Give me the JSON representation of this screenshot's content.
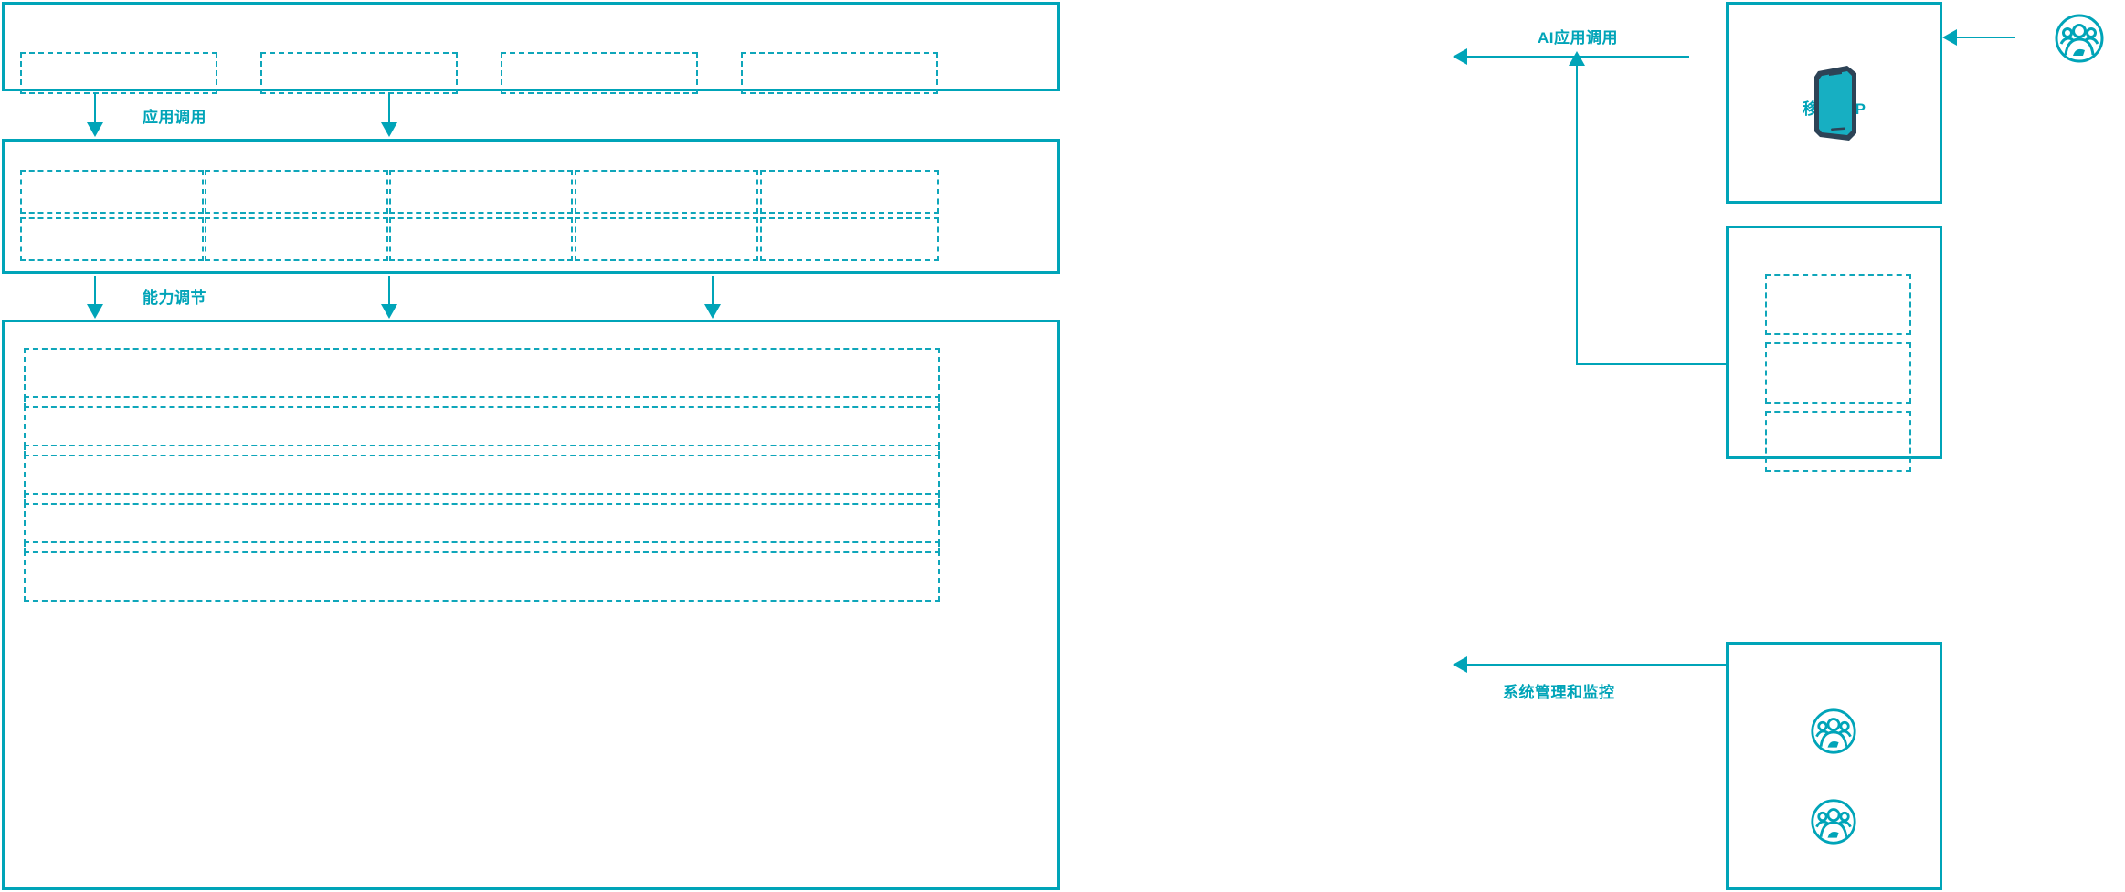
{
  "theme": {
    "accent": "#00a4b8",
    "dash_color": "#0fa6ba",
    "phone_body": "#2d4356",
    "phone_screen": "#17afc2",
    "background": "#ffffff"
  },
  "diagram": {
    "type": "layered-architecture",
    "title": "",
    "layers": [
      {
        "id": "application-layer",
        "name": "application-layer",
        "slot_count": 4,
        "slots": [
          {
            "label": ""
          },
          {
            "label": ""
          },
          {
            "label": ""
          },
          {
            "label": ""
          }
        ]
      },
      {
        "id": "capability-layer",
        "name": "capability-layer",
        "slot_count": 10,
        "rows": 2,
        "columns": 5,
        "slots": [
          {
            "label": ""
          },
          {
            "label": ""
          },
          {
            "label": ""
          },
          {
            "label": ""
          },
          {
            "label": ""
          },
          {
            "label": ""
          },
          {
            "label": ""
          },
          {
            "label": ""
          },
          {
            "label": ""
          },
          {
            "label": ""
          }
        ]
      },
      {
        "id": "platform-layer",
        "name": "platform-layer",
        "slot_count": 5,
        "slots": [
          {
            "label": ""
          },
          {
            "label": ""
          },
          {
            "label": ""
          },
          {
            "label": ""
          },
          {
            "label": ""
          }
        ]
      }
    ],
    "connectors": [
      {
        "id": "app-invoke",
        "label": "应用调用",
        "direction": "down"
      },
      {
        "id": "capability-tune",
        "label": "能力调节",
        "direction": "down"
      },
      {
        "id": "ai-app-invoke",
        "label": "AI应用调用",
        "direction": "left"
      },
      {
        "id": "sys-admin",
        "label": "系统管理和监控",
        "direction": "left"
      }
    ],
    "side_panels": [
      {
        "id": "mobile-app",
        "caption": "移动APP",
        "icon": "mobile-phone-icon"
      },
      {
        "id": "channel-list",
        "caption": "",
        "slot_count": 3,
        "slots": [
          {
            "label": ""
          },
          {
            "label": ""
          },
          {
            "label": ""
          }
        ]
      },
      {
        "id": "operations-users",
        "caption": "",
        "icons": [
          "users-group-icon",
          "users-group-icon"
        ]
      }
    ],
    "external_actors": [
      {
        "id": "end-user",
        "icon": "users-group-icon",
        "label": ""
      }
    ]
  }
}
